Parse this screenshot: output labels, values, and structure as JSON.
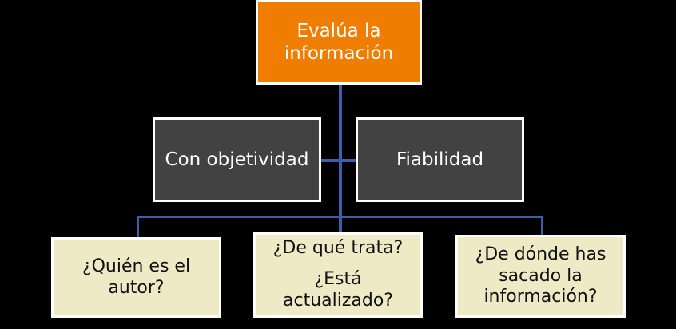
{
  "diagram": {
    "title_node": {
      "name": "evalua-la-informacion",
      "lines": [
        "Evalúa la",
        "información"
      ],
      "color": "#ef7d00",
      "text_color": "#ffffff"
    },
    "mid_nodes": [
      {
        "name": "con-objetividad",
        "lines": [
          "Con objetividad"
        ],
        "color": "#424242",
        "text_color": "#ffffff"
      },
      {
        "name": "fiabilidad",
        "lines": [
          "Fiabilidad"
        ],
        "color": "#424242",
        "text_color": "#ffffff"
      }
    ],
    "leaf_nodes": [
      {
        "name": "quien-es-el-autor",
        "lines": [
          "¿Quién es el",
          "autor?"
        ],
        "color": "#eeeac6",
        "text_color": "#111111"
      },
      {
        "name": "de-que-trata-esta-actualizado",
        "lines": [
          "¿De qué trata?",
          "¿Está",
          "actualizado?"
        ],
        "color": "#eeeac6",
        "text_color": "#111111"
      },
      {
        "name": "de-donde-has-sacado-la-informacion",
        "lines": [
          "¿De dónde has",
          "sacado la",
          "información?"
        ],
        "color": "#eeeac6",
        "text_color": "#111111"
      }
    ],
    "connector_color": "#3a5fab",
    "background_color": "#000000",
    "border_color": "#ffffff"
  }
}
